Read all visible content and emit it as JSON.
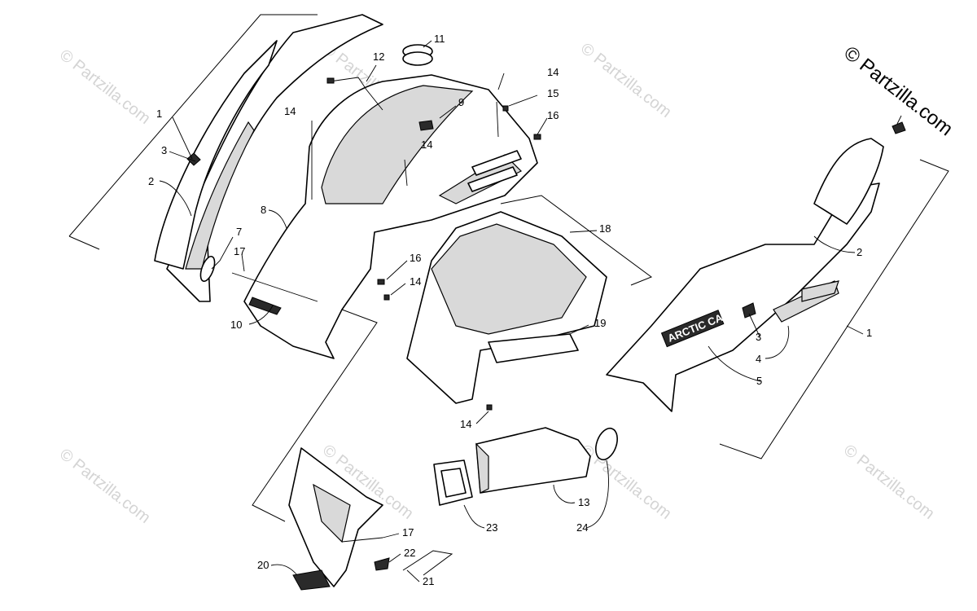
{
  "brand_watermark": "© Partzilla.com",
  "bg_watermark": "© Partzilla.com",
  "decal_logo_text": "ARCTIC CAT",
  "callouts": {
    "c1a": "1",
    "c1b": "1",
    "c2a": "2",
    "c2b": "2",
    "c3a": "3",
    "c3b": "3",
    "c4": "4",
    "c5": "5",
    "c7": "7",
    "c8": "8",
    "c9": "9",
    "c10": "10",
    "c11": "11",
    "c12": "12",
    "c13": "13",
    "c14a": "14",
    "c14b": "14",
    "c14c": "14",
    "c14d": "14",
    "c14e": "14",
    "c15": "15",
    "c16a": "16",
    "c16b": "16",
    "c17a": "17",
    "c17b": "17",
    "c18": "18",
    "c19": "19",
    "c20": "20",
    "c21": "21",
    "c22": "22",
    "c23": "23",
    "c24": "24"
  }
}
